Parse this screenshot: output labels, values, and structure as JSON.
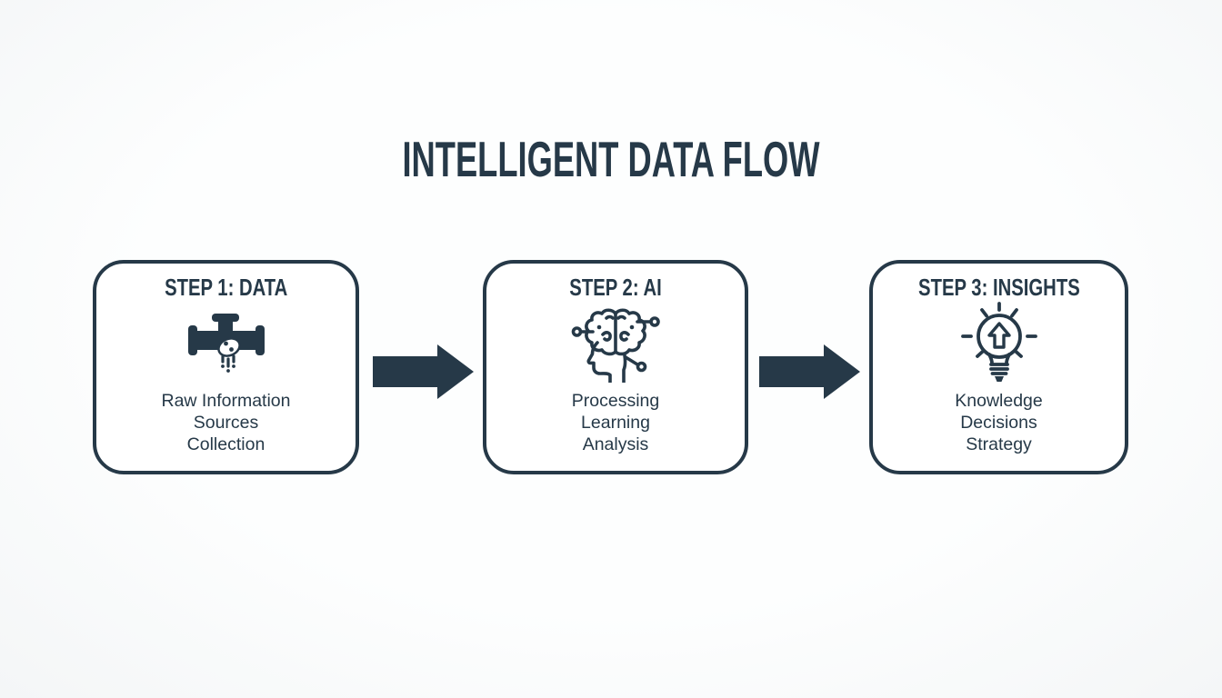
{
  "colors": {
    "accent": "#263948",
    "box_background": "#ffffff",
    "page_background": "#fafcfc"
  },
  "header": {
    "title": "INTELLIGENT DATA FLOW"
  },
  "steps": [
    {
      "label": "STEP 1: DATA",
      "icon": "data-pipe-icon",
      "lines": [
        "Raw Information",
        "Sources",
        "Collection"
      ]
    },
    {
      "label": "STEP 2: AI",
      "icon": "ai-brain-head-icon",
      "lines": [
        "Processing",
        "Learning",
        "Analysis"
      ]
    },
    {
      "label": "STEP 3: INSIGHTS",
      "icon": "lightbulb-idea-icon",
      "lines": [
        "Knowledge",
        "Decisions",
        "Strategy"
      ]
    }
  ],
  "connectors": [
    {
      "icon": "arrow-right-icon"
    },
    {
      "icon": "arrow-right-icon"
    }
  ]
}
